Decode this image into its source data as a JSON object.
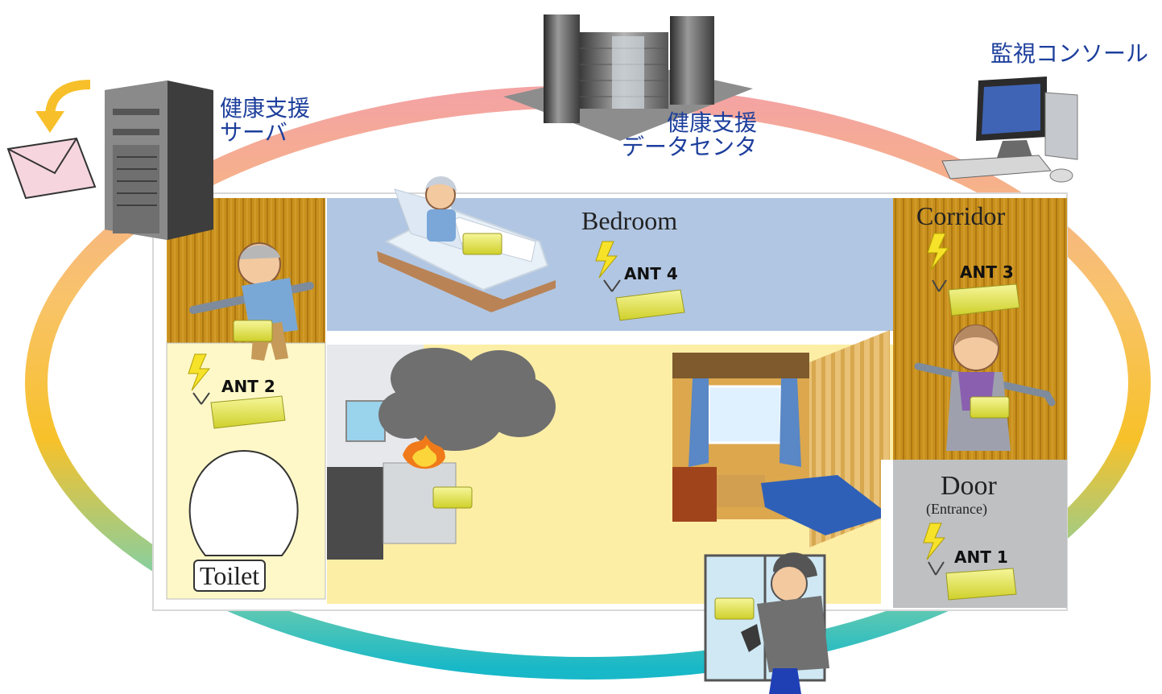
{
  "labels": {
    "server": "健康支援\nサーバ",
    "datacenter": "健康支援\nデータセンタ",
    "console": "監視コンソール"
  },
  "rooms": {
    "bedroom": "Bedroom",
    "corridor": "Corridor",
    "door": "Door",
    "door_sub": "(Entrance)",
    "toilet": "Toilet"
  },
  "antennas": {
    "ant1": "ANT 1",
    "ant2": "ANT 2",
    "ant3": "ANT 3",
    "ant4": "ANT 4"
  },
  "colors": {
    "bedroom": "#b1c6e2",
    "living": "#fdeea6",
    "toilet": "#fef8c8",
    "wood": "#c9901c",
    "door_area": "#bfc0c2",
    "label_blue": "#1d3f9c",
    "sensor": "#e6e652"
  }
}
